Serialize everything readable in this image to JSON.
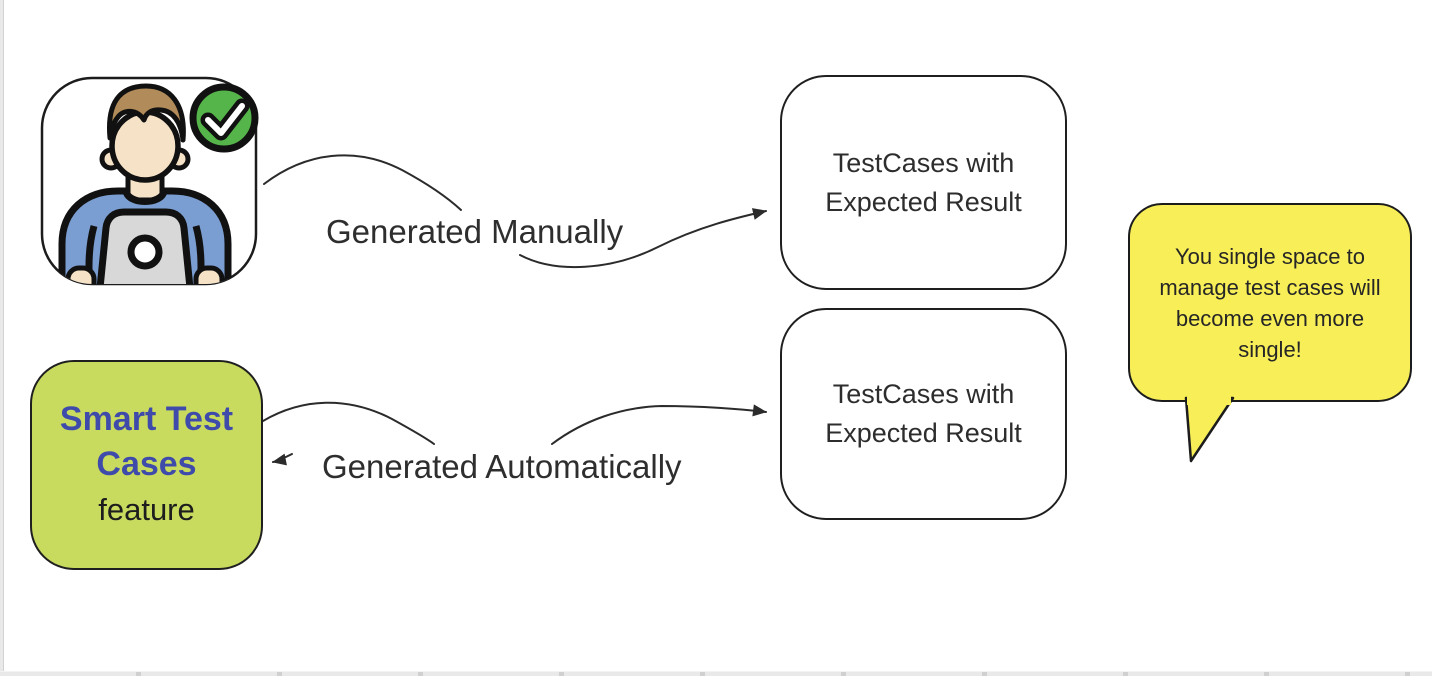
{
  "diagram": {
    "manual_flow": {
      "actor_icon": "person-with-laptop-and-checkmark",
      "label": "Generated Manually",
      "result_box": {
        "line1": "TestCases with",
        "line2": "Expected Result"
      }
    },
    "auto_flow": {
      "feature_box": {
        "title_line1": "Smart Test",
        "title_line2": "Cases",
        "subtitle": "feature"
      },
      "label": "Generated Automatically",
      "result_box": {
        "line1": "TestCases with",
        "line2": "Expected Result"
      }
    },
    "callout": {
      "line1": "You single space to",
      "line2": "manage test cases will",
      "line3": "become even more",
      "line4": "single!"
    }
  },
  "theme": {
    "canvas-line": "#2b2b2b",
    "node-border": "#1f1f1f",
    "text-ink": "#2d2d2d",
    "feature-green": "#c9db5f",
    "feature-title-blue": "#3f4bab",
    "note-yellow": "#f8ef58",
    "shirt-blue": "#7b9ed2",
    "skin-tone": "#f6e2c6",
    "hair-brown": "#b18b59",
    "laptop-gray": "#d8d8d8",
    "check-green": "#56b54a",
    "edge-gray": "#e9e9e9"
  }
}
